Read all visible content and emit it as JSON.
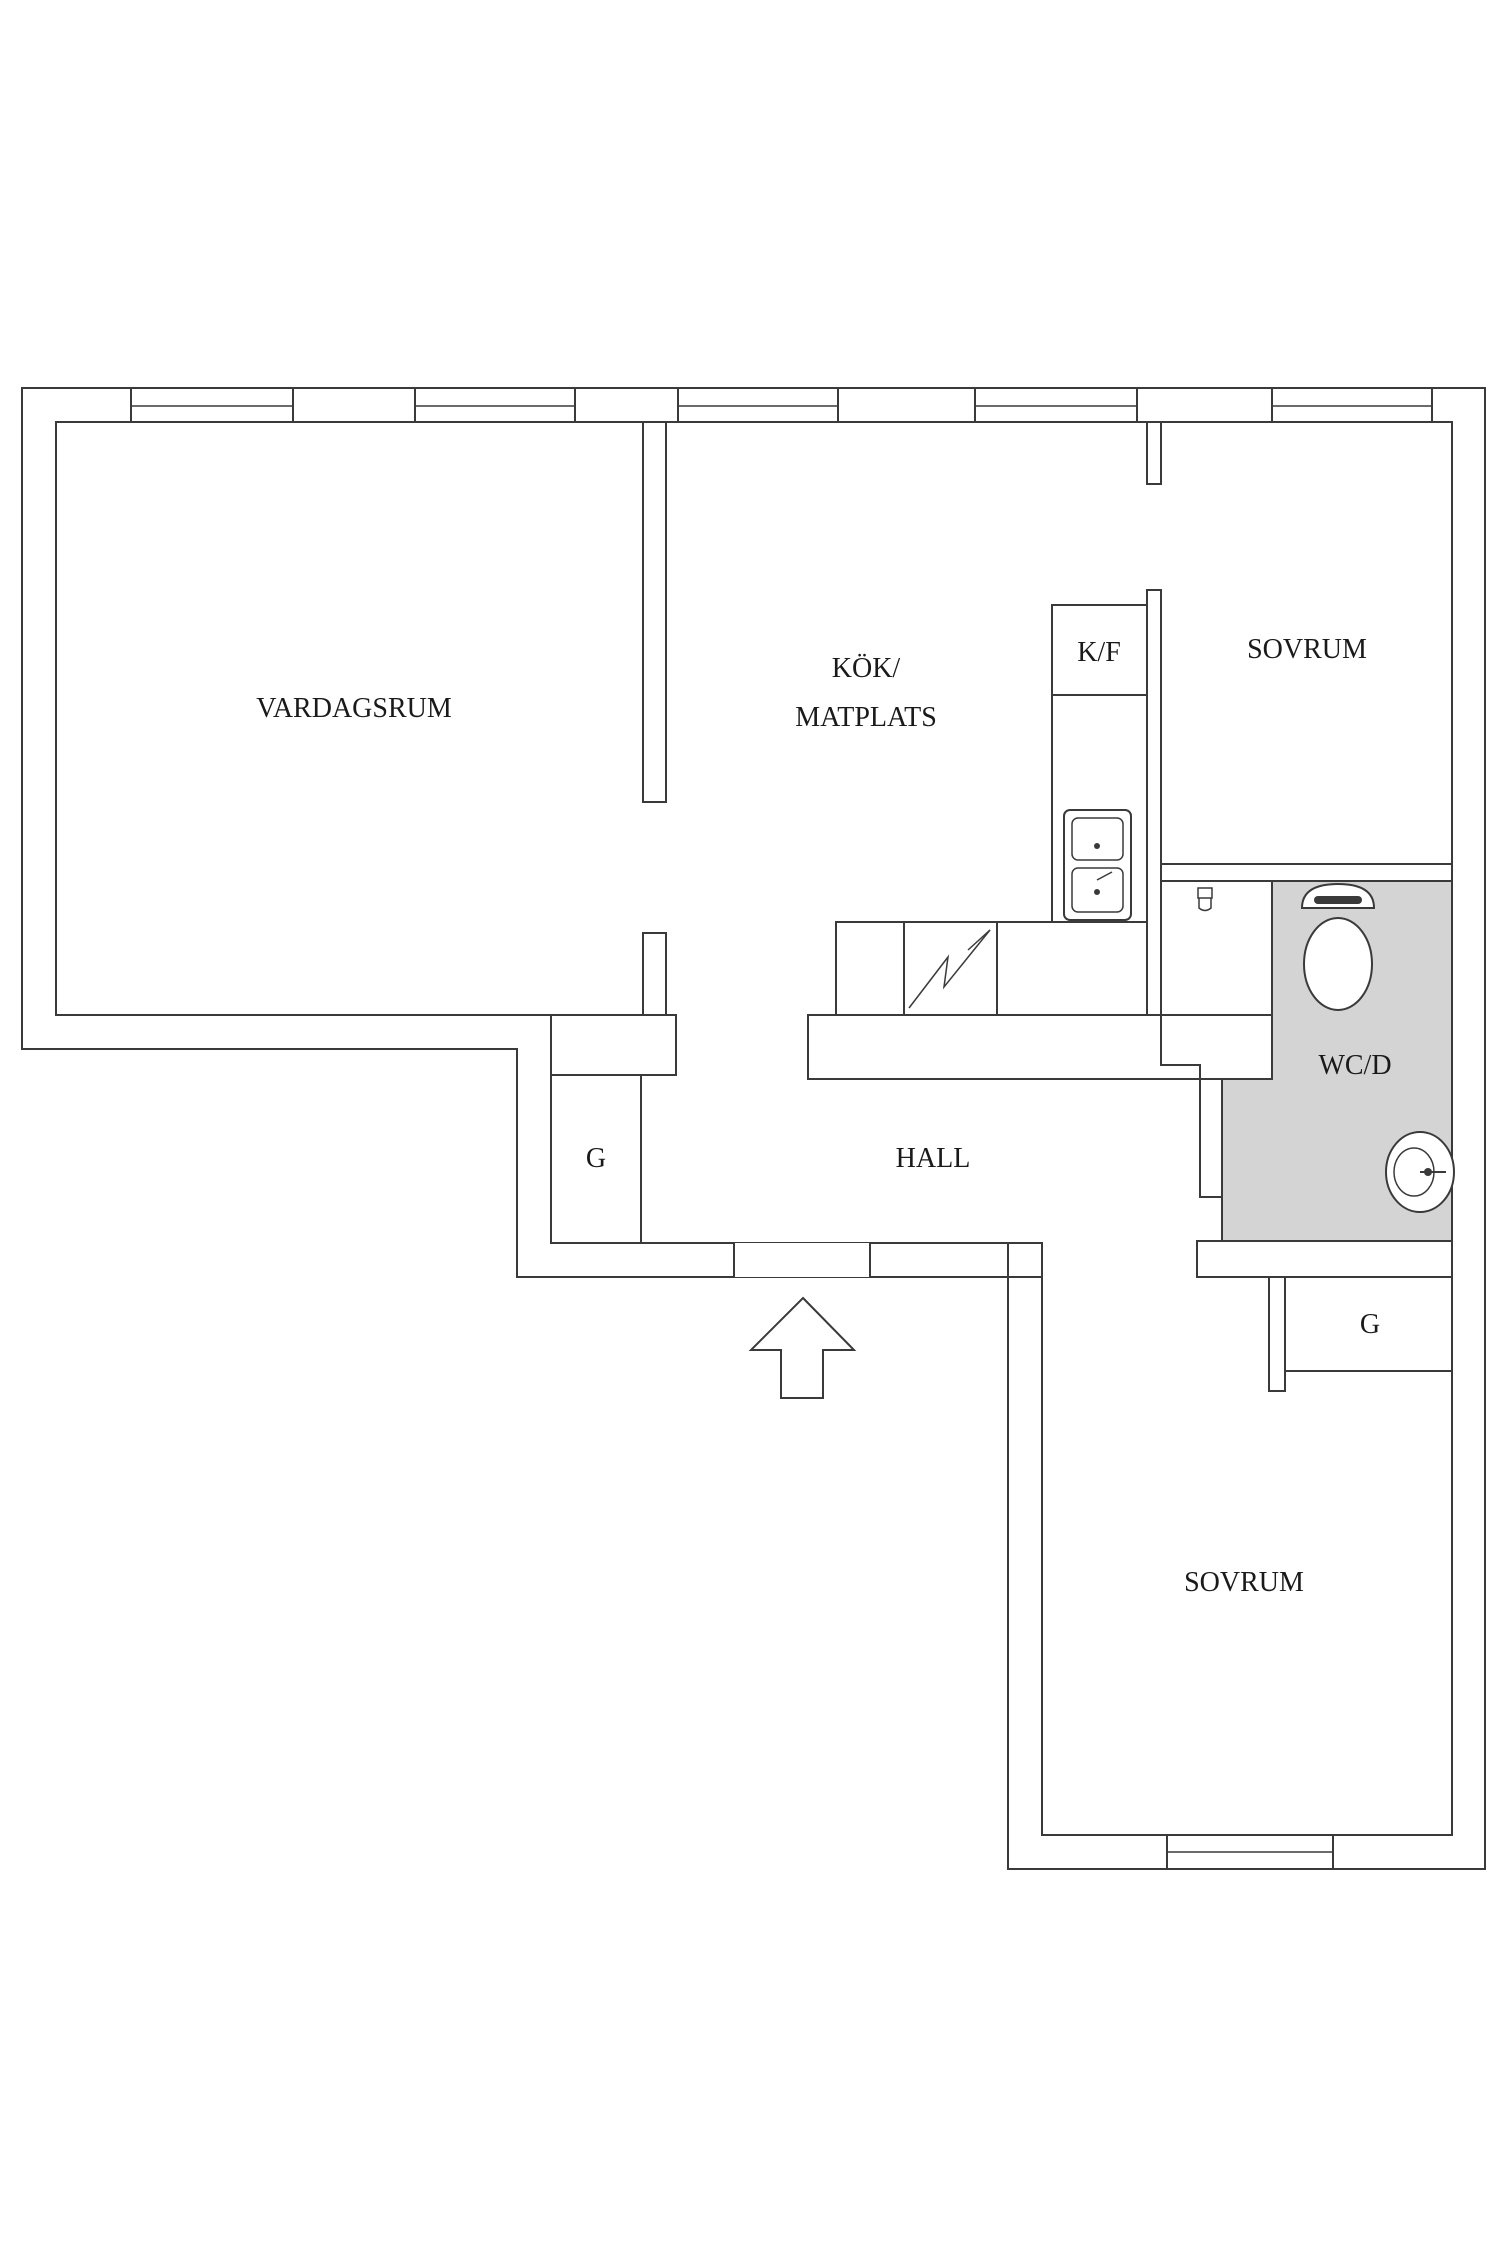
{
  "rooms": {
    "vardagsrum": "VARDAGSRUM",
    "kok_line1": "KÖK/",
    "kok_line2": "MATPLATS",
    "kf": "K/F",
    "sovrum_top": "SOVRUM",
    "wc": "WC/D",
    "g_left": "G",
    "hall": "HALL",
    "g_right": "G",
    "sovrum_bottom": "SOVRUM"
  },
  "colors": {
    "wall_stroke": "#3a3a3a",
    "bathroom_fill": "#d4d4d4",
    "background": "#ffffff"
  },
  "icons": {
    "entrance": "entrance-arrow-icon",
    "sink": "double-sink-icon",
    "stove": "stove-icon",
    "toilet": "toilet-icon",
    "washbasin": "washbasin-icon",
    "shower": "shower-icon"
  }
}
